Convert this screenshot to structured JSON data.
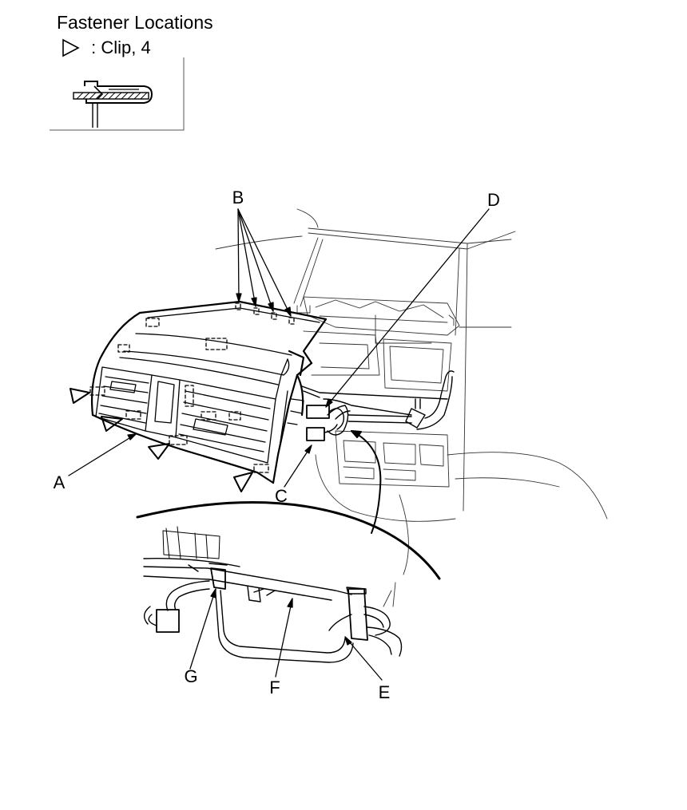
{
  "header": {
    "title": "Fastener Locations",
    "legend_symbol_icon": "hollow-triangle-icon",
    "legend_text": ": Clip, 4"
  },
  "callouts": {
    "A": "A",
    "B": "B",
    "C": "C",
    "D": "D",
    "E": "E",
    "F": "F",
    "G": "G"
  }
}
